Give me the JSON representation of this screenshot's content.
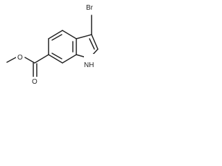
{
  "molecule": {
    "atoms": {
      "bromine": "Br",
      "nh": "NH",
      "carbonyl_oxygen": "O",
      "ester_oxygen": "O"
    }
  }
}
